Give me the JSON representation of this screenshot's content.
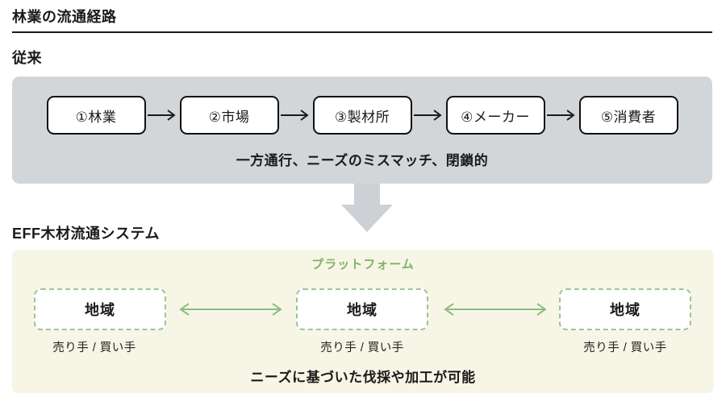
{
  "header": {
    "title": "林業の流通経路"
  },
  "traditional": {
    "section_label": "従来",
    "steps": [
      {
        "label": "①林業"
      },
      {
        "label": "②市場"
      },
      {
        "label": "③製材所"
      },
      {
        "label": "④メーカー"
      },
      {
        "label": "⑤消費者"
      }
    ],
    "caption": "一方通行、ニーズのミスマッチ、閉鎖的"
  },
  "eff": {
    "section_label": "EFF木材流通システム",
    "platform_label": "プラットフォーム",
    "regions": [
      {
        "label": "地域",
        "sub_label": "売り手 / 買い手"
      },
      {
        "label": "地域",
        "sub_label": "売り手 / 買い手"
      },
      {
        "label": "地域",
        "sub_label": "売り手 / 買い手"
      }
    ],
    "caption": "ニーズに基づいた伐採や加工が可能"
  },
  "colors": {
    "traditional_panel_bg": "#d3d6d9",
    "down_arrow_fill": "#cdd1d5",
    "eff_panel_bg": "#f7f6e6",
    "platform_green": "#7fb46a",
    "arrow_green": "#8cbd80",
    "region_border_green": "#9ec492",
    "flow_box_border": "#111111",
    "flow_arrow_black": "#1a1a1a",
    "text": "#1a1a1a"
  }
}
